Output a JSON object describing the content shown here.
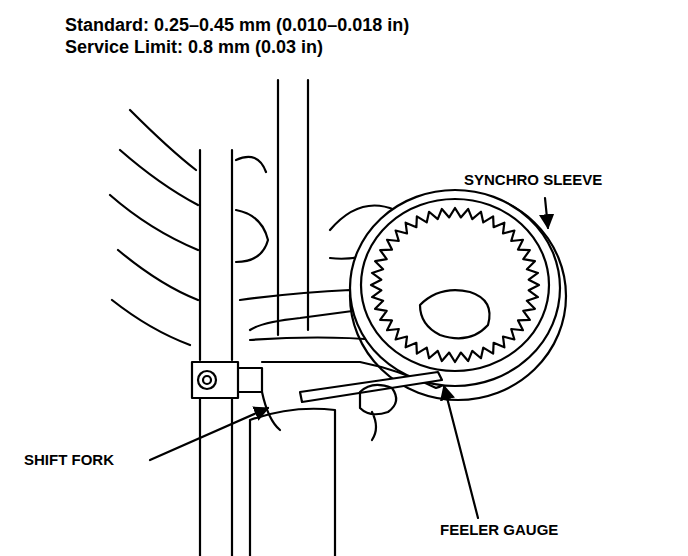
{
  "diagram": {
    "labels": [
      "Standard: 0.25–0.45 mm (0.010–0.018 in)",
      "Service Limit: 0.8 mm (0.03 in)",
      "SYNCHRO SLEEVE",
      "SHIFT FORK",
      "FEELER GAUGE"
    ]
  }
}
